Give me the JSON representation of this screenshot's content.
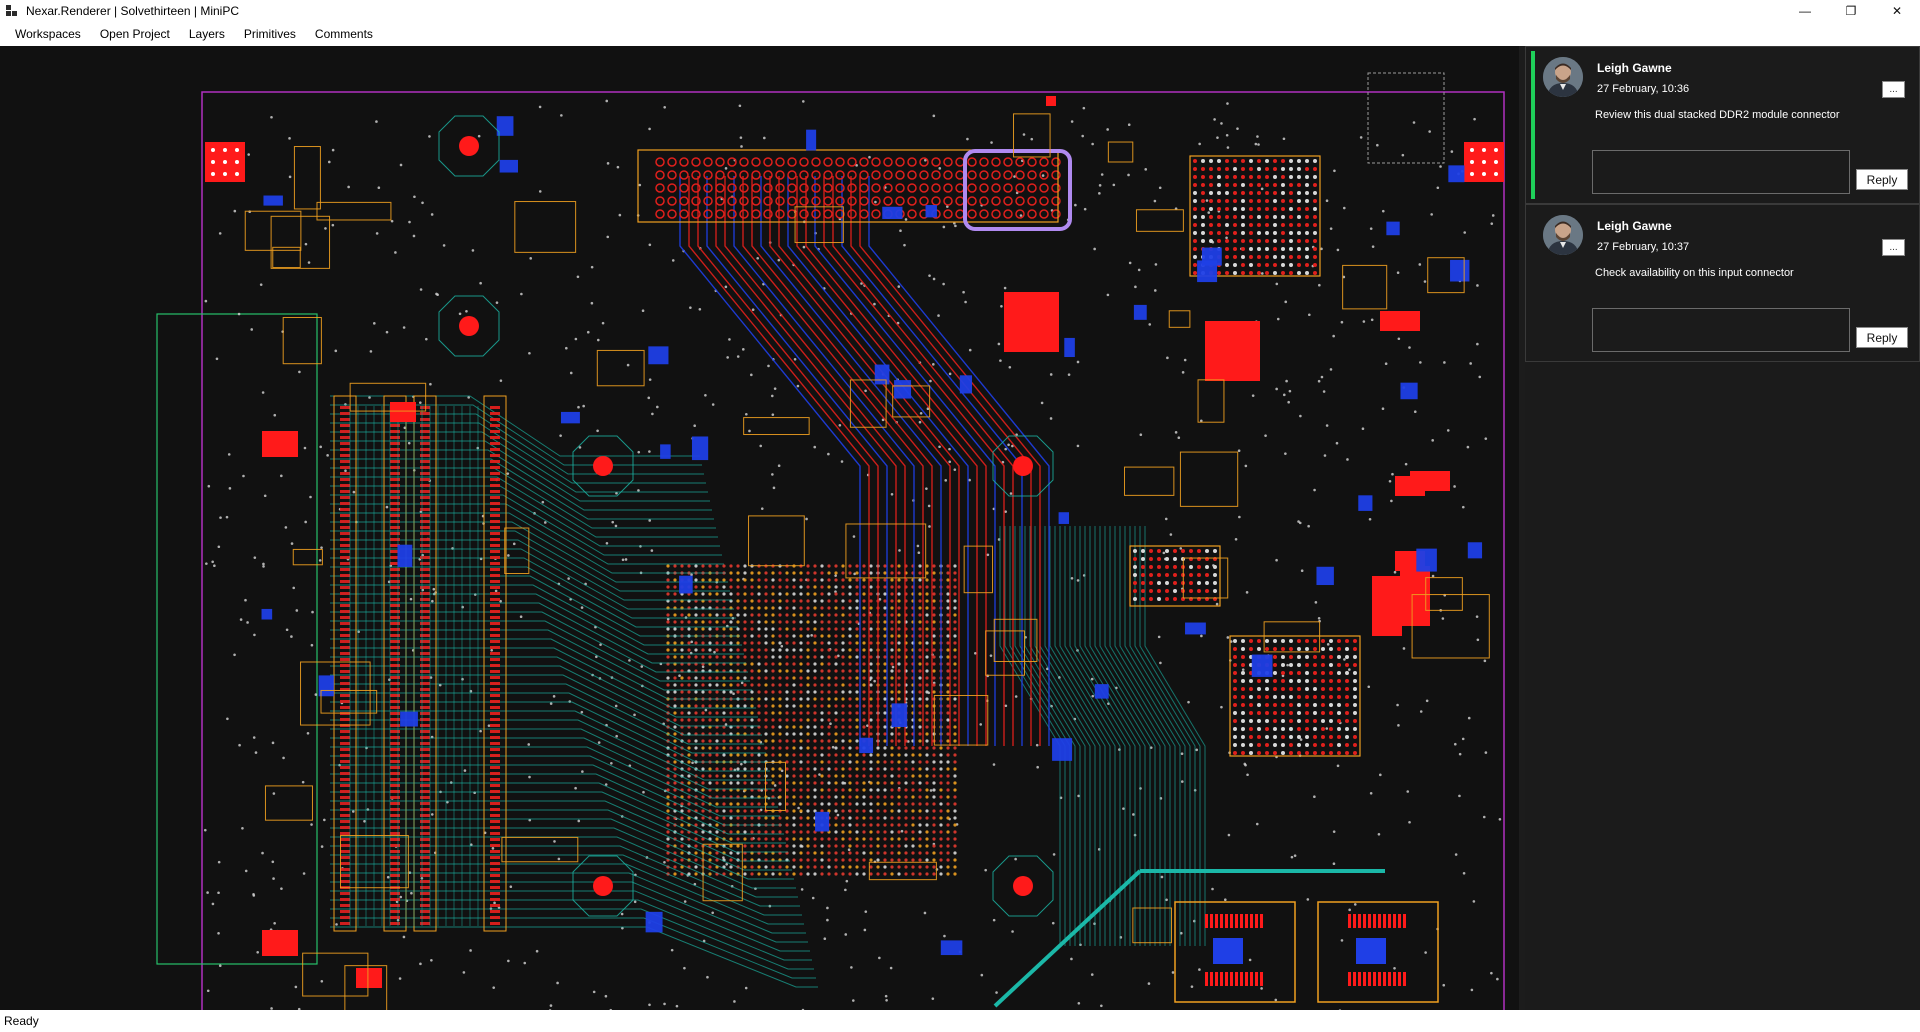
{
  "window": {
    "title": "Nexar.Renderer | Solvethirteen | MiniPC",
    "minimize_icon": "minimize-icon",
    "maximize_icon": "restore-icon",
    "close_icon": "close-icon",
    "minimize_glyph": "—",
    "maximize_glyph": "❐",
    "close_glyph": "✕"
  },
  "menu": {
    "items": [
      {
        "label": "Workspaces"
      },
      {
        "label": "Open Project"
      },
      {
        "label": "Layers"
      },
      {
        "label": "Primitives"
      },
      {
        "label": "Comments"
      }
    ]
  },
  "comments": [
    {
      "author": "Leigh Gawne",
      "timestamp": "27 February, 10:36",
      "text": "Review this dual stacked DDR2 module connector",
      "more_label": "...",
      "reply_label": "Reply",
      "reply_value": "",
      "active": true
    },
    {
      "author": "Leigh Gawne",
      "timestamp": "27 February, 10:37",
      "text": "Check availability on this input connector",
      "more_label": "...",
      "reply_label": "Reply",
      "reply_value": "",
      "active": false
    }
  ],
  "status": {
    "text": "Ready"
  },
  "colors": {
    "canvas_bg": "#111111",
    "panel_bg": "#1b1b1b",
    "active_accent": "#1fd05a",
    "trace_red": "#e0201c",
    "trace_blue": "#1f3fe6",
    "trace_cyan": "#1bb8a8",
    "outline_orange": "#f0a020",
    "outline_purple": "#b030c0",
    "silk_white": "#d8d8d8"
  }
}
